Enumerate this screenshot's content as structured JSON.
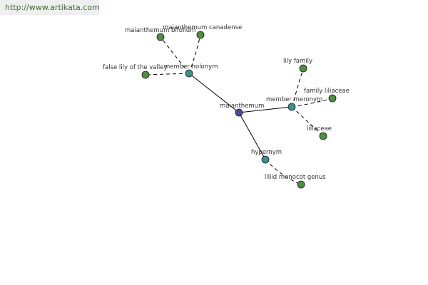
{
  "header": {
    "site_url": "http://www.artikata.com"
  },
  "graph": {
    "colors": {
      "center": "#4a4a9a",
      "relation": "#3f8f8a",
      "leaf": "#4d8f3f"
    },
    "nodes": {
      "maianthemum": "maianthemum",
      "member_holonym": "member holonym",
      "member_meronym": "member meronym",
      "hypernym": "hypernym",
      "maianthemum_bifolium": "maianthemum bifolium",
      "maianthemum_canadense": "maianthemum canadense",
      "false_lily_of_the_valley": "false lily of the valley",
      "lily_family": "lily family",
      "family_liliaceae": "family liliaceae",
      "liliaceae": "liliaceae",
      "liliid_monocot_genus": "liliid monocot genus"
    }
  }
}
